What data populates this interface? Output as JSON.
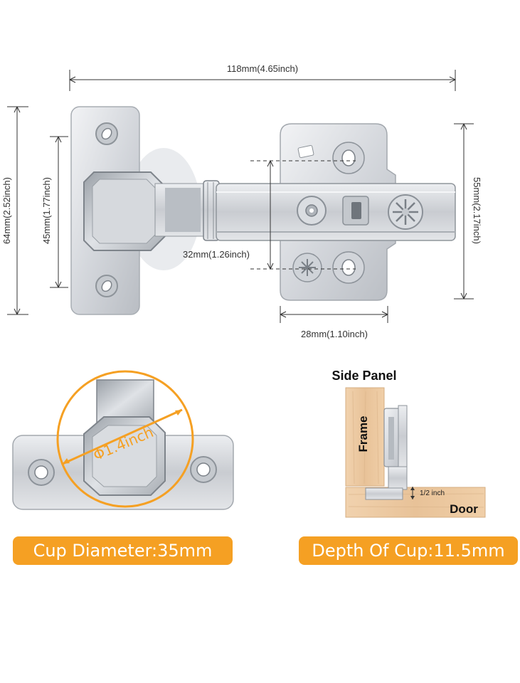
{
  "dimensions": {
    "overall_width": "118mm(4.65inch)",
    "plate_height": "64mm(2.52inch)",
    "hole_spacing": "45mm(1.77inch)",
    "cup_offset": "32mm(1.26inch)",
    "base_height": "55mm(2.17inch)",
    "base_width": "28mm(1.10inch)"
  },
  "cup_detail": {
    "diameter_label": "Φ1.4inch",
    "banner": "Cup Diameter:35mm"
  },
  "install_diagram": {
    "title": "Side Panel",
    "frame_label": "Frame",
    "door_label": "Door",
    "gap_label": "1/2 inch",
    "banner": "Depth Of Cup:11.5mm"
  },
  "colors": {
    "accent": "#f5a023",
    "metal": "#d9dce0",
    "wood": "#eccaa4",
    "dimension_line": "#333333"
  }
}
